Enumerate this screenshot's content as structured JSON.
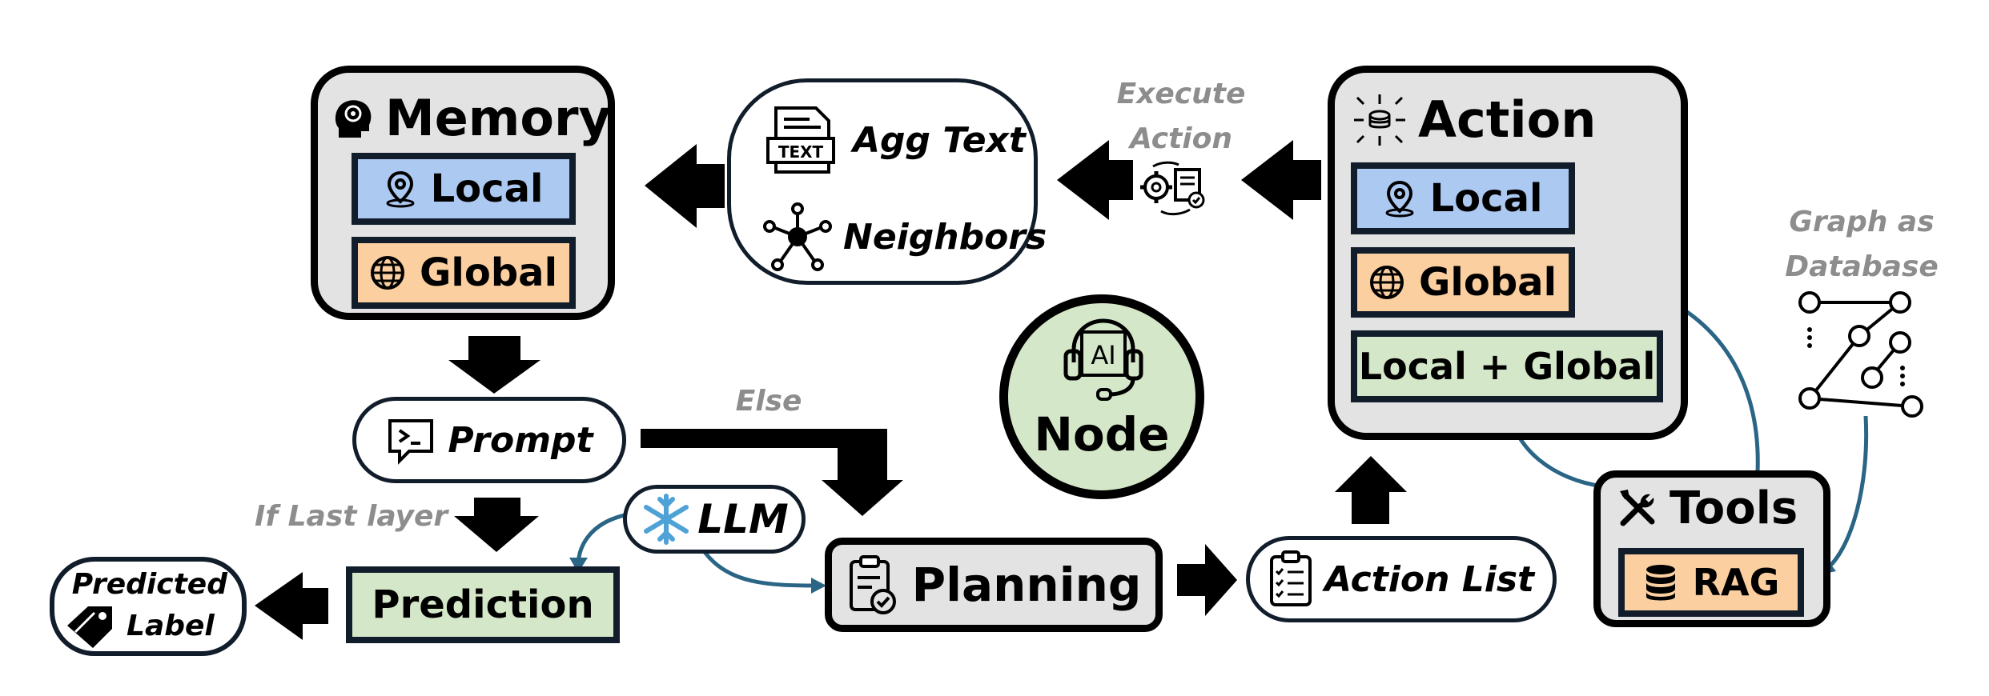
{
  "memory": {
    "title": "Memory",
    "local": "Local",
    "global": "Global"
  },
  "agg": {
    "text": "Agg Text",
    "neighbors": "Neighbors",
    "text_icon_label": "TEXT"
  },
  "execute": {
    "line1": "Execute",
    "line2": "Action"
  },
  "action": {
    "title": "Action",
    "local": "Local",
    "global": "Global",
    "local_global": "Local + Global"
  },
  "graph_db": {
    "line1": "Graph as",
    "line2": "Database"
  },
  "node": {
    "ai": "AI",
    "label": "Node"
  },
  "prompt": {
    "label": "Prompt"
  },
  "else_label": "Else",
  "if_last_layer": "If Last layer",
  "llm": {
    "label": "LLM"
  },
  "prediction": {
    "label": "Prediction"
  },
  "predicted_label": {
    "line1": "Predicted",
    "line2": "Label"
  },
  "planning": {
    "label": "Planning"
  },
  "action_list": {
    "label": "Action List"
  },
  "tools": {
    "title": "Tools",
    "rag": "RAG"
  },
  "colors": {
    "local_blue": "#acc9f1",
    "global_orange": "#fbcfa0",
    "green": "#d4e7c8",
    "gray": "#e3e3e3",
    "arrow_teal": "#2a6586",
    "annotation_gray": "#8d8d8d"
  }
}
